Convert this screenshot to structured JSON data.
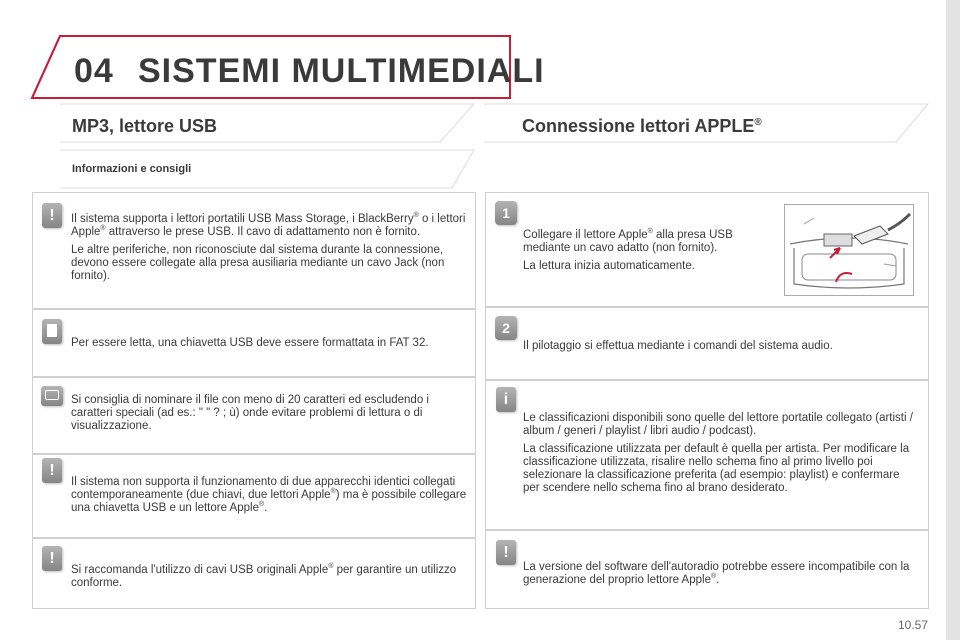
{
  "header": {
    "chapter_number": "04",
    "chapter_title": "SISTEMI MULTIMEDIALI"
  },
  "left": {
    "section_title": "MP3, lettore USB",
    "subsection_title": "Informazioni e consigli",
    "box1": {
      "p1a": "Il sistema supporta i lettori portatili USB Mass Storage, i BlackBerry",
      "p1b": "o i lettori Apple",
      "p1c": " attraverso le prese USB. Il cavo di adattamento non è fornito.",
      "p2": "Le altre periferiche, non riconosciute dal sistema durante la connessione, devono essere collegate alla presa ausiliaria mediante un cavo Jack (non fornito)."
    },
    "box2": {
      "text": "Per essere letta, una chiavetta USB deve essere formattata in FAT 32."
    },
    "box3": {
      "text": "Si consiglia di nominare il file con meno di 20 caratteri ed escludendo i caratteri speciali (ad es.: \" \" ? ; ù) onde evitare problemi di lettura o di visualizzazione."
    },
    "box4": {
      "a": "Il sistema non supporta il funzionamento di due apparecchi identici collegati contemporaneamente (due chiavi, due lettori Apple",
      "b": ") ma è possibile collegare una chiavetta USB e un lettore Apple",
      "c": "."
    },
    "box5": {
      "a": "Si raccomanda l'utilizzo di cavi USB originali Apple",
      "b": " per garantire un utilizzo conforme."
    }
  },
  "right": {
    "section_title": "Connessione lettori APPLE",
    "box1": {
      "step": "1",
      "a": "Collegare il lettore Apple",
      "b": " alla presa USB mediante un cavo adatto (non fornito).",
      "p2": "La lettura inizia automaticamente."
    },
    "box2": {
      "step": "2",
      "text": "Il pilotaggio si effettua mediante i comandi del sistema audio."
    },
    "box3": {
      "p1": "Le classificazioni disponibili sono quelle del lettore portatile collegato (artisti / album / generi / playlist / libri audio / podcast).",
      "p2": "La classificazione utilizzata per default è quella per artista. Per modificare la classificazione utilizzata, risalire nello schema fino al primo livello poi selezionare la classificazione preferita (ad esempio: playlist) e confermare per scendere nello schema fino al brano desiderato."
    },
    "box4": {
      "a": "La versione del software dell'autoradio potrebbe essere incompatibile con la generazione del proprio lettore Apple",
      "b": "."
    }
  },
  "registered": "®",
  "page_number": "10.57",
  "colors": {
    "accent_red": "#c41e3a",
    "icon_grey": "#9a9a9a",
    "border": "#d0d0d0"
  }
}
